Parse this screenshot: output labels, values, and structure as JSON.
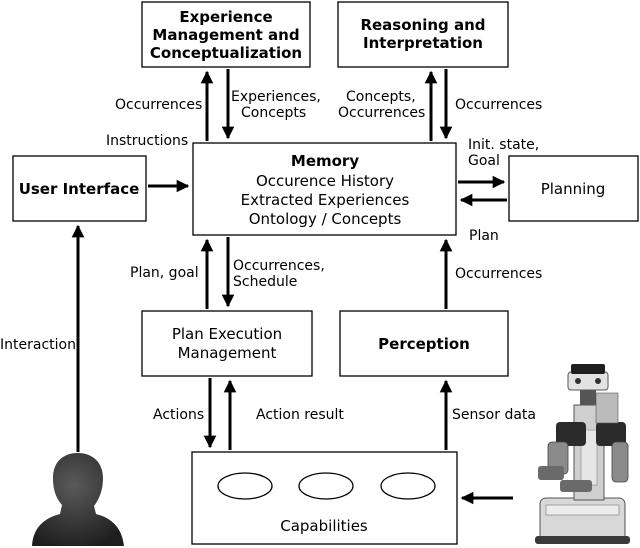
{
  "boxes": {
    "experience": [
      "Experience",
      "Management and",
      "Conceptualization"
    ],
    "reasoning": [
      "Reasoning and",
      "Interpretation"
    ],
    "memory_title": "Memory",
    "memory_lines": [
      "Occurence History",
      "Extracted Experiences",
      "Ontology / Concepts"
    ],
    "user_interface": "User Interface",
    "planning": "Planning",
    "plan_exec": [
      "Plan Execution",
      "Management"
    ],
    "perception": "Perception",
    "capabilities": "Capabilities"
  },
  "labels": {
    "occ_left_top": "Occurrences",
    "experiences_concepts": [
      "Experiences,",
      "Concepts"
    ],
    "concepts_occurrences": [
      "Concepts,",
      "Occurrences"
    ],
    "occ_right_top": "Occurrences",
    "instructions": "Instructions",
    "init_goal": [
      "Init. state,",
      "Goal"
    ],
    "plan": "Plan",
    "plan_goal": "Plan, goal",
    "occ_schedule": [
      "Occurrences,",
      "Schedule"
    ],
    "occ_perception": "Occurrences",
    "interaction": "Interaction",
    "actions": "Actions",
    "action_result": "Action result",
    "sensor_data": "Sensor data"
  },
  "icons": {
    "human": "human-head-silhouette-icon",
    "robot": "pr2-robot-icon"
  },
  "colors": {
    "stroke": "#000000",
    "background": "#ffffff"
  }
}
